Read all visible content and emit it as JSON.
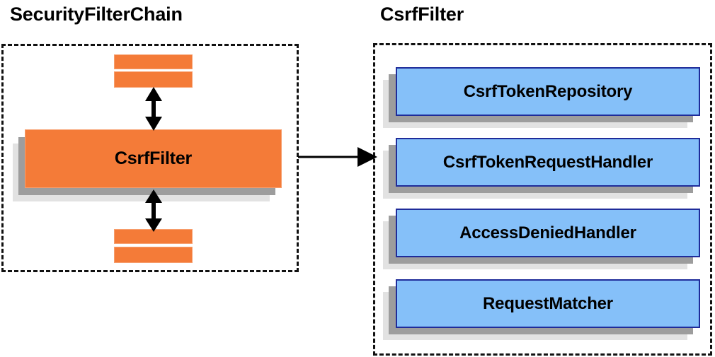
{
  "diagram": {
    "title_left": "SecurityFilterChain",
    "title_right": "CsrfFilter",
    "colors": {
      "orange": "#F47B38",
      "orange_border": "#F7A070",
      "blue": "#85C0F9",
      "blue_border": "#1F2C9A",
      "shadow_dark": "#9D9D9D",
      "shadow_light": "#E2E2E2",
      "outline": "#111111",
      "text": "#000000"
    }
  },
  "left_panel": {
    "title": "SecurityFilterChain",
    "main_block": {
      "label": "CsrfFilter"
    },
    "filter_bars": [
      {
        "index": 0,
        "position": "top"
      },
      {
        "index": 1,
        "position": "top"
      },
      {
        "index": 2,
        "position": "bottom"
      },
      {
        "index": 3,
        "position": "bottom"
      }
    ],
    "connectors": [
      {
        "name": "upper-bidirectional-arrow",
        "direction": "both"
      },
      {
        "name": "lower-bidirectional-arrow",
        "direction": "both"
      }
    ]
  },
  "right_panel": {
    "title": "CsrfFilter",
    "collaborators": [
      {
        "label": "CsrfTokenRepository"
      },
      {
        "label": "CsrfTokenRequestHandler"
      },
      {
        "label": "AccessDeniedHandler"
      },
      {
        "label": "RequestMatcher"
      }
    ]
  },
  "link": {
    "name": "left-to-right-arrow",
    "direction": "right"
  }
}
